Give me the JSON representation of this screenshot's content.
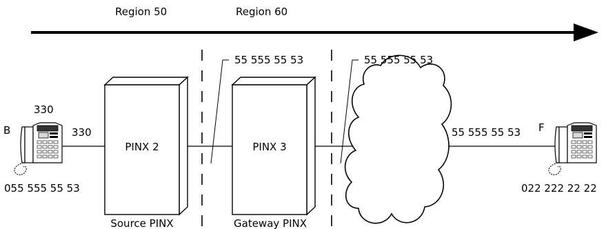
{
  "regions": {
    "left": "Region 50",
    "right": "Region 60"
  },
  "phone_b": {
    "letter": "B",
    "extension_top": "330",
    "extension_line": "330",
    "number": "055 555 55 53",
    "icon": "telephone-icon"
  },
  "pinx2": {
    "name": "PINX 2",
    "role": "Source PINX"
  },
  "pinx3": {
    "name": "PINX 3",
    "role": "Gateway PINX"
  },
  "numbers": {
    "at_gateway_boundary": "55 555 55 53",
    "at_network_boundary": "55 555 55 53",
    "to_phone_f": "55 555 55 53"
  },
  "phone_f": {
    "letter": "F",
    "number": "022 222 22 22",
    "icon": "telephone-icon"
  },
  "colors": {
    "stroke": "#000000",
    "background": "#ffffff",
    "phone_fill": "#d9d9d9"
  }
}
